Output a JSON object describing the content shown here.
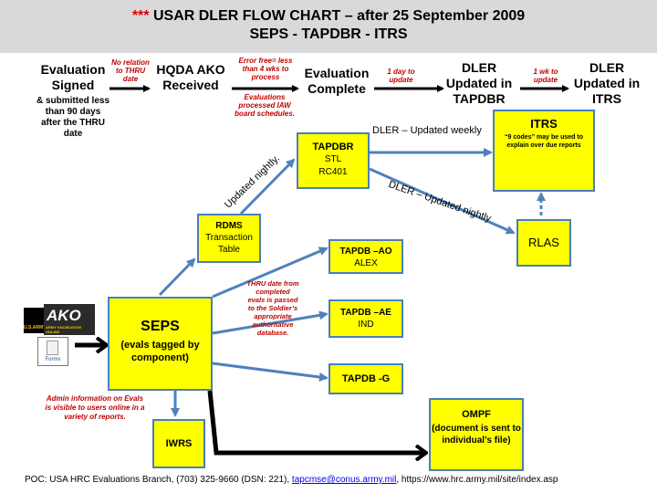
{
  "header": {
    "stars": "***",
    "title_line1": " USAR DLER FLOW CHART – after 25 September 2009",
    "title_line2": "SEPS - TAPDBR - ITRS"
  },
  "top_row": {
    "evaluation_signed": "Evaluation Signed",
    "eval_signed_note": "& submitted less than 90 days after the THRU date",
    "no_relation": "No relation to THRU date",
    "hqda_ako": "HQDA AKO Received",
    "error_free": "Error free= less than 4 wks to process",
    "evals_processed": "Evaluations processed IAW board schedules.",
    "evaluation_complete": "Evaluation Complete",
    "one_day": "1 day to update",
    "dler_tapdbr": "DLER Updated in TAPDBR",
    "one_wk": "1 wk to update",
    "dler_itrs": "DLER Updated in ITRS"
  },
  "boxes": {
    "itrs_title": "ITRS",
    "itrs_note": "“9 codes” may be used to explain over due reports",
    "tapdbr_title": "TAPDBR",
    "tapdbr_l2": "STL",
    "tapdbr_l3": "RC401",
    "rlas": "RLAS",
    "rdms_title": "RDMS",
    "rdms_l2": "Transaction",
    "rdms_l3": "Table",
    "tapdb_ao_title": "TAPDB –AO",
    "tapdb_ao_sub": "ALEX",
    "tapdb_ae_title": "TAPDB –AE",
    "tapdb_ae_sub": "IND",
    "tapdb_g": "TAPDB -G",
    "seps_title": "SEPS",
    "seps_sub": "(evals tagged by component)",
    "iwrs": "IWRS",
    "ompf_title": "OMPF",
    "ompf_sub": "(document is sent to individual’s file)"
  },
  "labels": {
    "dler_weekly": "DLER – Updated weekly",
    "dler_nightly": "DLER – Updated nightly",
    "updated_nightly": "Updated nightly.",
    "thru_date": "THRU date from completed evals is passed to the Soldier’s appropriate authoritative database.",
    "admin_info": "Admin information on Evals is visible to users online in a variety of reports.",
    "forms": "Forms",
    "ako_logo": "AKO",
    "ako_sub": "ARMY KNOWLEDGE ONLINE",
    "army_logo": "U.S.ARMY"
  },
  "footer": {
    "prefix": "POC: USA HRC Evaluations Branch,  (703) 325-9660 (DSN: 221), ",
    "email": "tapcmse@conus.army.mil",
    "suffix": ", https://www.hrc.army.mil/site/index.asp"
  },
  "colors": {
    "box_fill": "#ffff00",
    "box_border": "#4a7ebb",
    "arrow_blue": "#4f81bd",
    "note_red": "#c00000",
    "header_gray": "#d9d9d9"
  }
}
